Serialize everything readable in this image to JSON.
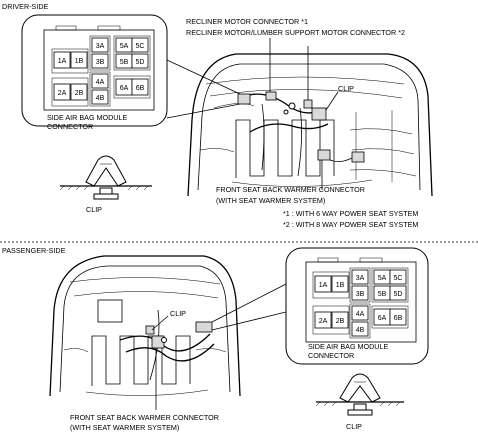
{
  "driver": {
    "section_label": "DRIVER-SIDE",
    "recliner_label_1": "RECLINER MOTOR CONNECTOR *1",
    "recliner_label_2": "RECLINER MOTOR/LUMBER SUPPORT MOTOR CONNECTOR *2",
    "clip_label_photo": "CLIP",
    "airbag_label_1": "SIDE AIR BAG MODULE",
    "airbag_label_2": "CONNECTOR",
    "clip_label_icon": "CLIP",
    "warmer_label_1": "FRONT SEAT BACK WARMER CONNECTOR",
    "warmer_label_2": "(WITH SEAT WARMER SYSTEM)",
    "note_1": "*1 : WITH 6 WAY POWER SEAT SYSTEM",
    "note_2": "*2 : WITH 8 WAY POWER SEAT SYSTEM",
    "pins": [
      "1A",
      "1B",
      "3A",
      "3B",
      "5A",
      "5C",
      "5B",
      "5D",
      "2A",
      "2B",
      "4A",
      "4B",
      "6A",
      "6B"
    ]
  },
  "passenger": {
    "section_label": "PASSENGER-SIDE",
    "clip_label_photo": "CLIP",
    "airbag_label_1": "SIDE AIR BAG MODULE",
    "airbag_label_2": "CONNECTOR",
    "warmer_label_1": "FRONT SEAT BACK WARMER CONNECTOR",
    "warmer_label_2": "(WITH SEAT WARMER SYSTEM)",
    "clip_label_icon": "CLIP",
    "pins": [
      "1A",
      "1B",
      "3A",
      "3B",
      "5A",
      "5C",
      "5B",
      "5D",
      "2A",
      "2B",
      "4A",
      "4B",
      "6A",
      "6B"
    ]
  }
}
